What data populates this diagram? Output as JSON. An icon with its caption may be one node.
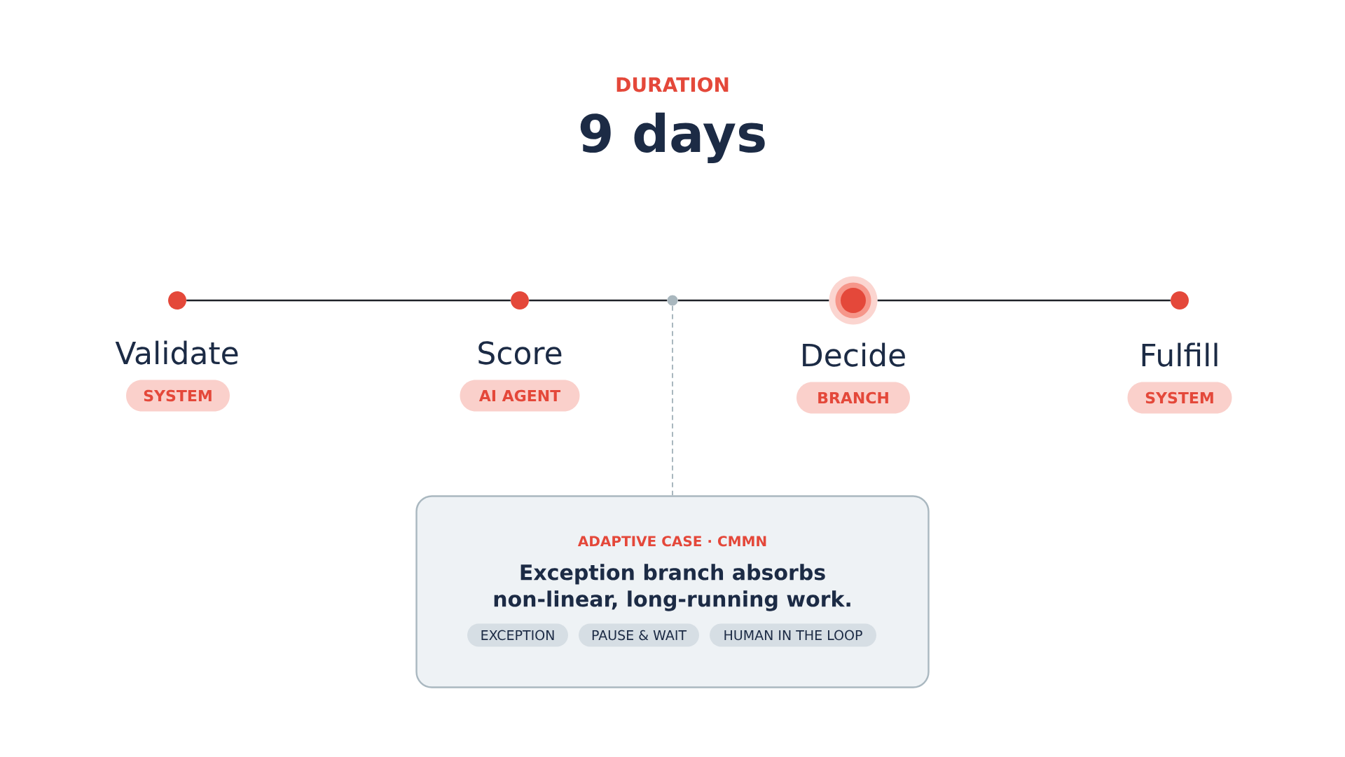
{
  "diagram": {
    "title": "9 days",
    "nodes": [
      {
        "text": [],
        "shape": "circle",
        "beside": [
          "Validate"
        ]
      },
      {
        "text": [
          "SYSTEM"
        ]
      },
      {
        "text": [],
        "shape": "circle",
        "beside": [
          "Score"
        ]
      },
      {
        "text": [
          "AI AGENT"
        ]
      },
      {
        "text": [],
        "shape": "circle"
      },
      {
        "text": [],
        "shape": "circle",
        "beside": [
          "Decide"
        ]
      },
      {
        "text": [
          "BRANCH"
        ]
      },
      {
        "text": [],
        "shape": "circle",
        "beside": [
          "Fulfill"
        ]
      },
      {
        "text": [
          "SYSTEM"
        ]
      },
      {
        "text": [
          "ADAPTIVE CASE · CMMN",
          "Exception branch absorbs non-linear, long-running work."
        ]
      },
      {
        "text": [
          "EXCEPTION"
        ],
        "in": 9
      },
      {
        "text": [
          "PAUSE & WAIT"
        ],
        "in": 9
      },
      {
        "text": [
          "HUMAN IN THE LOOP"
        ],
        "in": 9
      }
    ],
    "edges": [
      {
        "from": 0,
        "to": 2,
        "arrow": "none"
      },
      {
        "from": 2,
        "to": 4,
        "arrow": "none"
      },
      {
        "from": 4,
        "to": 5,
        "arrow": "none"
      },
      {
        "from": 5,
        "to": 7,
        "arrow": "none"
      },
      {
        "from": 4,
        "to": 9,
        "arrow": "none",
        "style": "dashed",
        "color": "#a9b7be"
      }
    ],
    "labels": [
      "DURATION"
    ]
  }
}
